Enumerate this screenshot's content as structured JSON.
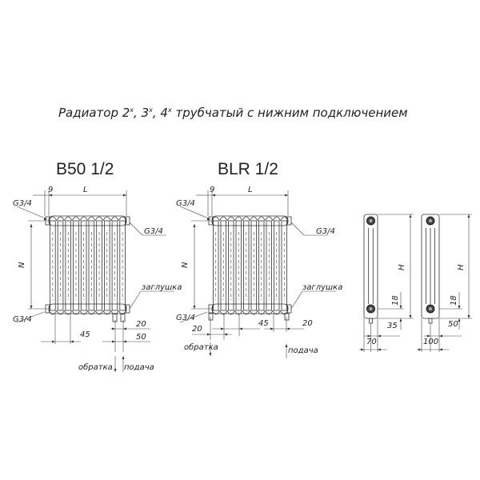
{
  "title": {
    "text": "Радиатор 2",
    "sup": "х",
    "mid1": ", 3",
    "mid2": ", 4",
    "rest": " трубчатый с нижним подключением"
  },
  "models": [
    {
      "name": "B50 1/2",
      "dim_9": "9",
      "dim_l": "L",
      "dim_n": "N",
      "g_top_left": "G3/4",
      "g_right": "G3/4",
      "plug": "заглушка",
      "g_bottom_left": "G3/4",
      "dim_20": "20",
      "dim_50": "50",
      "dim_45": "45",
      "return": "обратка",
      "supply": "подача"
    },
    {
      "name": "BLR 1/2",
      "dim_9": "9",
      "dim_l": "L",
      "dim_n": "N",
      "g_top_left": "G3/4",
      "g_right": "G3/4",
      "plug": "заглушка",
      "g_bottom_left": "G3/4",
      "dim_20a": "20",
      "dim_20b": "20",
      "dim_45": "45",
      "return": "обратка",
      "supply": "подача"
    }
  ],
  "side_views": [
    {
      "dim_h": "H",
      "dim_18": "18",
      "dim_offset": "35",
      "dim_width": "70"
    },
    {
      "dim_h": "H",
      "dim_18": "18",
      "dim_offset": "50",
      "dim_width": "100"
    }
  ]
}
